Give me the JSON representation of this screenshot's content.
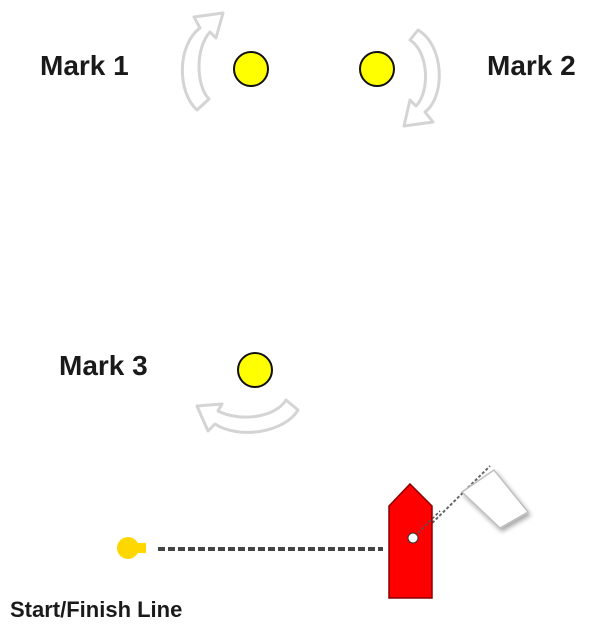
{
  "labels": {
    "mark1": "Mark 1",
    "mark2": "Mark 2",
    "mark3": "Mark 3",
    "start_finish": "Start/Finish Line"
  },
  "colors": {
    "mark": "#ffff00",
    "mark_outline": "#111111",
    "pin_buoy": "#ffd700",
    "committee_boat": "#ff0000",
    "arrow": "#d4d4d4",
    "start_line": "#444444",
    "flag": "#ffffff"
  },
  "icons": {
    "mark": "yellow-buoy-icon",
    "rounding_arrow": "curved-arrow-icon",
    "committee_boat": "committee-boat-icon",
    "flag": "flag-icon",
    "pin": "pin-buoy-icon"
  }
}
